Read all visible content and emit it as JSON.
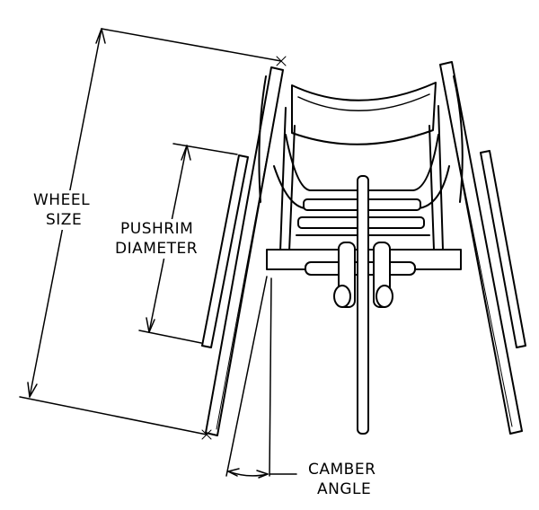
{
  "labels": {
    "wheel_size": [
      "WHEEL",
      "SIZE"
    ],
    "pushrim_diameter": [
      "PUSHRIM",
      "DIAMETER"
    ],
    "camber_angle": [
      "CAMBER",
      "ANGLE"
    ]
  },
  "colors": {
    "line": "#000000",
    "background": "#ffffff"
  }
}
